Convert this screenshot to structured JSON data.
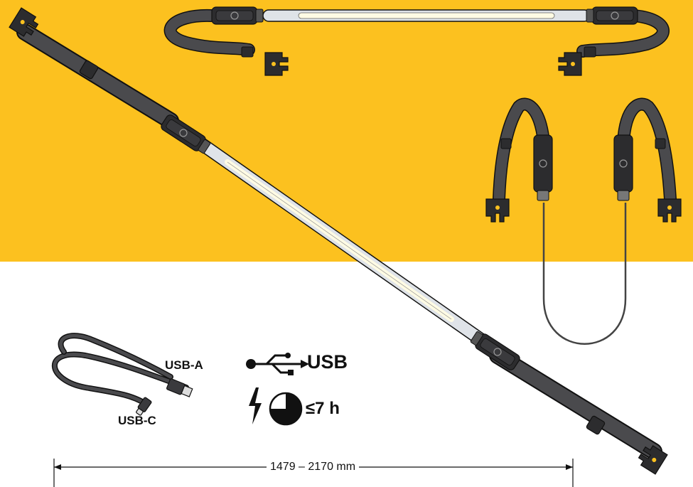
{
  "colors": {
    "background_top": "#fcc11f",
    "background_bottom": "#ffffff",
    "strap": "#4a4a4d",
    "strap_dark": "#2c2c2e",
    "tube": "#dfe3e8",
    "light": "#fffbe4",
    "ink": "#111111"
  },
  "labels": {
    "usb_a": "USB-A",
    "usb_c": "USB-C",
    "usb": "USB",
    "charge_time": "≤7 h",
    "length_range": "1479 – 2170 mm"
  },
  "icons": {
    "usb": "usb-icon",
    "lightning": "lightning-icon",
    "clock": "clock-quarter-icon",
    "cable": "usb-cable-icon"
  }
}
